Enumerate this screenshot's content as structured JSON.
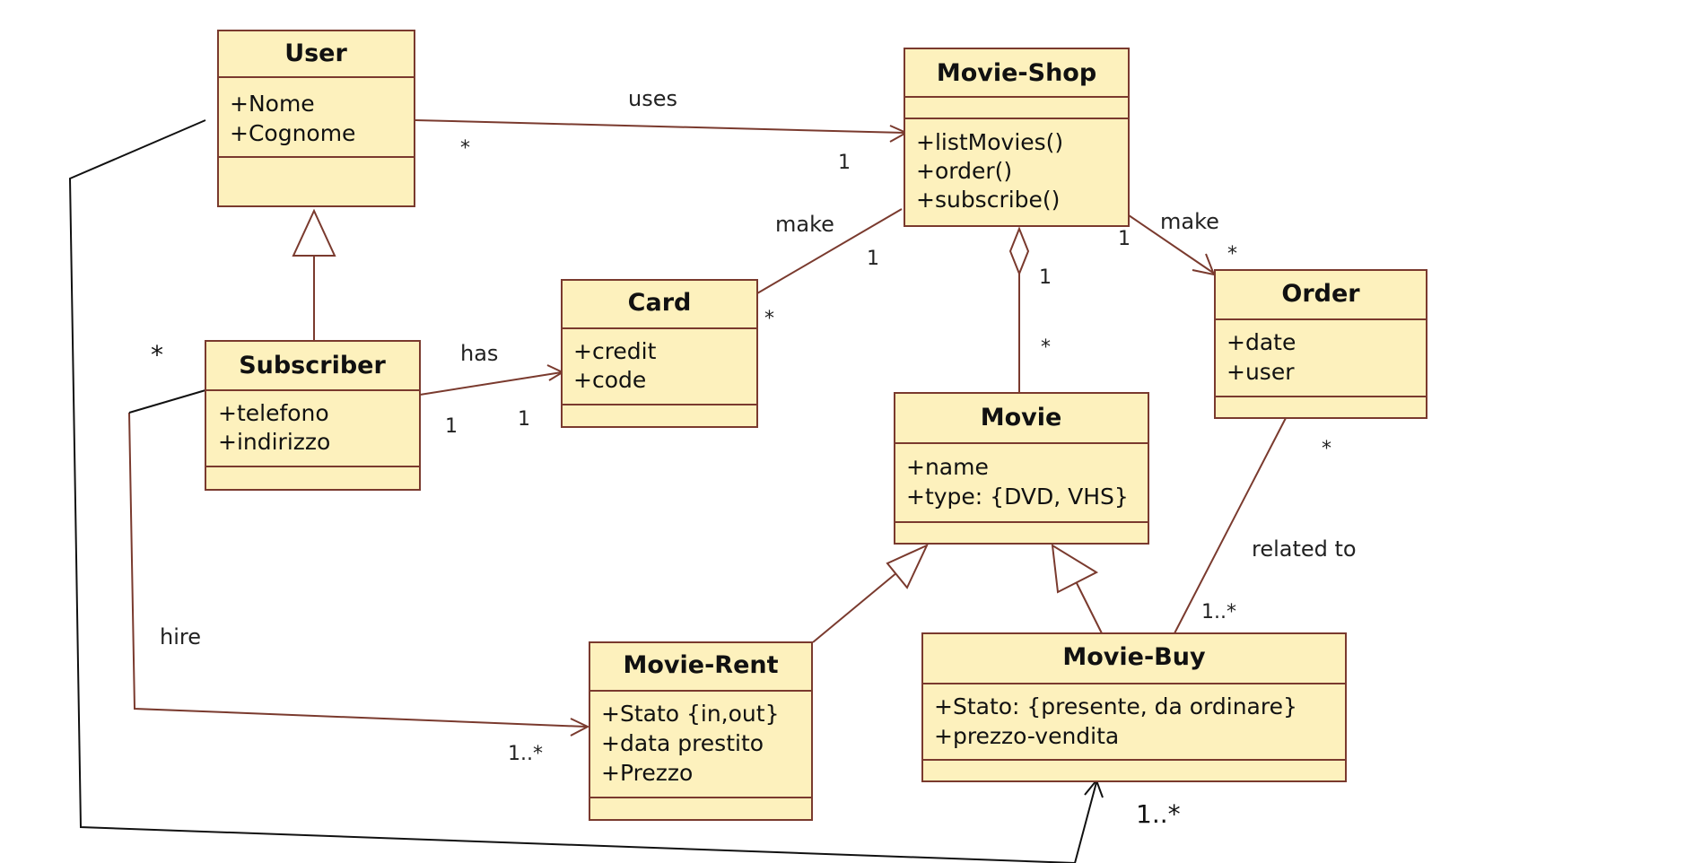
{
  "classes": {
    "user": {
      "name": "User",
      "attributes": [
        "+Nome",
        "+Cognome"
      ]
    },
    "movie_shop": {
      "name": "Movie-Shop",
      "methods": [
        "+listMovies()",
        "+order()",
        "+subscribe()"
      ]
    },
    "subscriber": {
      "name": "Subscriber",
      "attributes": [
        "+telefono",
        "+indirizzo"
      ]
    },
    "card": {
      "name": "Card",
      "attributes": [
        "+credit",
        "+code"
      ]
    },
    "movie": {
      "name": "Movie",
      "attributes": [
        "+name",
        "+type: {DVD, VHS}"
      ]
    },
    "order": {
      "name": "Order",
      "attributes": [
        "+date",
        "+user"
      ]
    },
    "movie_rent": {
      "name": "Movie-Rent",
      "attributes": [
        "+Stato {in,out}",
        "+data prestito",
        "+Prezzo"
      ]
    },
    "movie_buy": {
      "name": "Movie-Buy",
      "attributes": [
        "+Stato: {presente, da ordinare}",
        "+prezzo-vendita"
      ]
    }
  },
  "associations": {
    "uses": {
      "label": "uses",
      "source_mult": "*",
      "target_mult": "1"
    },
    "card_make": {
      "label": "make",
      "shop_mult": "1",
      "card_mult": "*"
    },
    "order_make": {
      "label": "make",
      "shop_mult": "1",
      "order_mult": "*"
    },
    "has": {
      "label": "has",
      "subscriber_mult": "1",
      "card_mult": "1"
    },
    "contains": {
      "shop_mult": "1",
      "movie_mult": "*"
    },
    "related_to": {
      "label": "related to",
      "order_mult": "*",
      "buy_mult": "1..*"
    },
    "hire": {
      "label": "hire",
      "subscriber_mult": "*",
      "rent_mult": "1..*"
    },
    "user_buy": {
      "buy_mult": "1..*"
    }
  },
  "colors": {
    "class_fill": "#fdf1bd",
    "class_border": "#7a3a2e",
    "edge": "#7a3a2e",
    "hand_edge": "#111111"
  }
}
